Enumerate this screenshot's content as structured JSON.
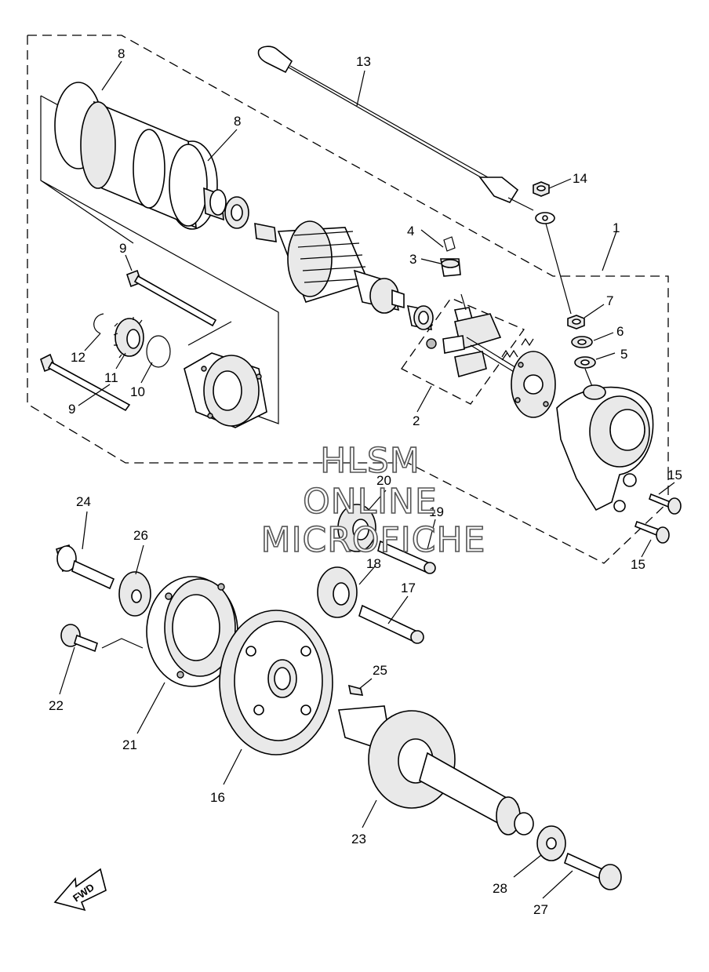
{
  "labels": [
    {
      "id": "8a",
      "text": "8"
    },
    {
      "id": "8b",
      "text": "8"
    },
    {
      "id": "13",
      "text": "13"
    },
    {
      "id": "14",
      "text": "14"
    },
    {
      "id": "1",
      "text": "1"
    },
    {
      "id": "4",
      "text": "4"
    },
    {
      "id": "3",
      "text": "3"
    },
    {
      "id": "9a",
      "text": "9"
    },
    {
      "id": "7",
      "text": "7"
    },
    {
      "id": "6",
      "text": "6"
    },
    {
      "id": "5",
      "text": "5"
    },
    {
      "id": "12",
      "text": "12"
    },
    {
      "id": "11",
      "text": "11"
    },
    {
      "id": "10",
      "text": "10"
    },
    {
      "id": "9b",
      "text": "9"
    },
    {
      "id": "2",
      "text": "2"
    },
    {
      "id": "20",
      "text": "20"
    },
    {
      "id": "19",
      "text": "19"
    },
    {
      "id": "15a",
      "text": "15"
    },
    {
      "id": "15b",
      "text": "15"
    },
    {
      "id": "24",
      "text": "24"
    },
    {
      "id": "26",
      "text": "26"
    },
    {
      "id": "18",
      "text": "18"
    },
    {
      "id": "17",
      "text": "17"
    },
    {
      "id": "25",
      "text": "25"
    },
    {
      "id": "22",
      "text": "22"
    },
    {
      "id": "21",
      "text": "21"
    },
    {
      "id": "16",
      "text": "16"
    },
    {
      "id": "23",
      "text": "23"
    },
    {
      "id": "28",
      "text": "28"
    },
    {
      "id": "27",
      "text": "27"
    }
  ],
  "watermark": [
    "HLSM",
    "ONLINE",
    "MICROFICHE"
  ],
  "fwd_arrow": "FWD"
}
